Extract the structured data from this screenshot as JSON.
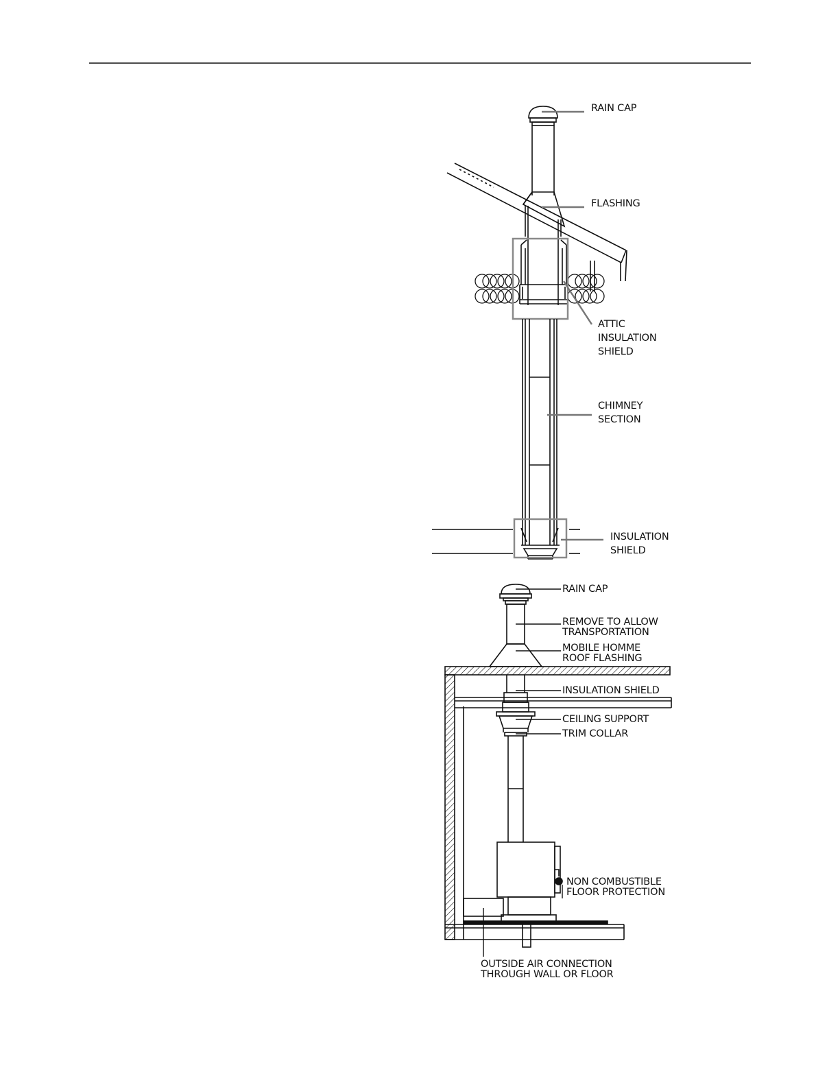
{
  "diagram_top": {
    "labels": {
      "rain_cap": "RAIN CAP",
      "flashing": "FLASHING",
      "attic_shield": [
        "ATTIC",
        "INSULATION",
        "SHIELD"
      ],
      "chimney_section": [
        "CHIMNEY",
        "SECTION"
      ],
      "insulation_shield": [
        "INSULATION",
        "SHIELD"
      ]
    }
  },
  "diagram_bottom": {
    "labels": {
      "rain_cap": "RAIN CAP",
      "remove_transport": [
        "REMOVE TO ALLOW",
        "TRANSPORTATION"
      ],
      "mobile_flashing": [
        "MOBILE HOMME",
        "ROOF FLASHING"
      ],
      "insulation_shield": "INSULATION SHIELD",
      "ceiling_support": "CEILING SUPPORT",
      "trim_collar": "TRIM COLLAR",
      "floor_protection": [
        "NON COMBUSTIBLE",
        "FLOOR PROTECTION"
      ],
      "outside_air": [
        "OUTSIDE AIR CONNECTION",
        "THROUGH WALL OR FLOOR"
      ]
    }
  },
  "colors": {
    "ink": "#111111",
    "leader": "#777777",
    "box": "#8a8a8a"
  }
}
